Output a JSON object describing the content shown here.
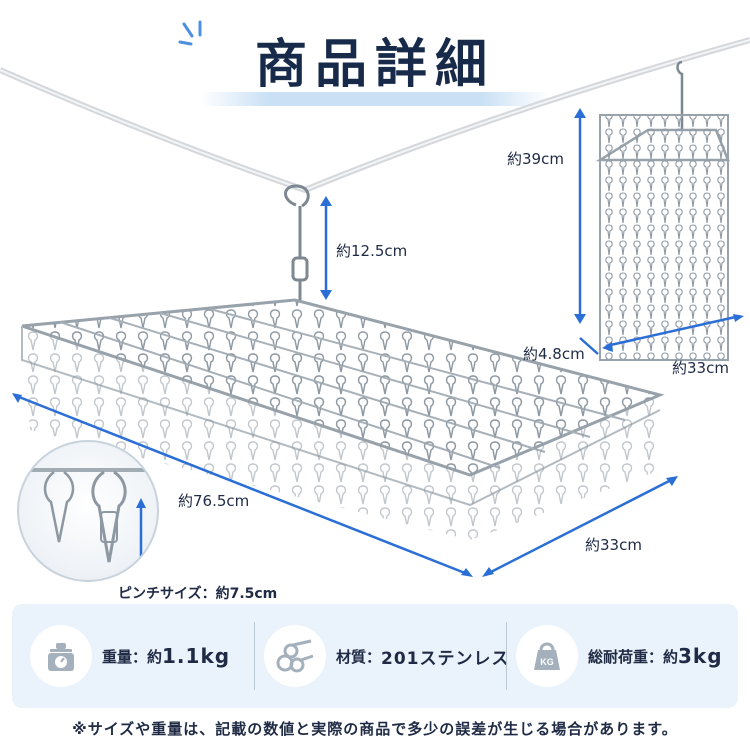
{
  "title": "商品詳細",
  "dimensions": {
    "hook_length": "約12.5cm",
    "folded_height": "約39cm",
    "folded_depth": "約4.8cm",
    "folded_width": "約33cm",
    "open_length": "約76.5cm",
    "open_width": "約33cm",
    "pinch_size": "ピンチサイズ：約7.5cm"
  },
  "specs": [
    {
      "icon": "scale-icon",
      "label": "重量：約",
      "value": "1.1kg"
    },
    {
      "icon": "material-pipes-icon",
      "label": "材質：",
      "value": "201ステンレス"
    },
    {
      "icon": "kettlebell-icon",
      "label": "総耐荷重：約",
      "value": "3kg",
      "icon_text": "KG"
    }
  ],
  "footnote": "※サイズや重量は、記載の数値と実際の商品で多少の誤差が生じる場合があります。",
  "colors": {
    "title": "#172a4a",
    "accent_blue": "#2b6fd6",
    "spec_bg": "#eaf2fb",
    "metal": "#9aa4ad"
  }
}
